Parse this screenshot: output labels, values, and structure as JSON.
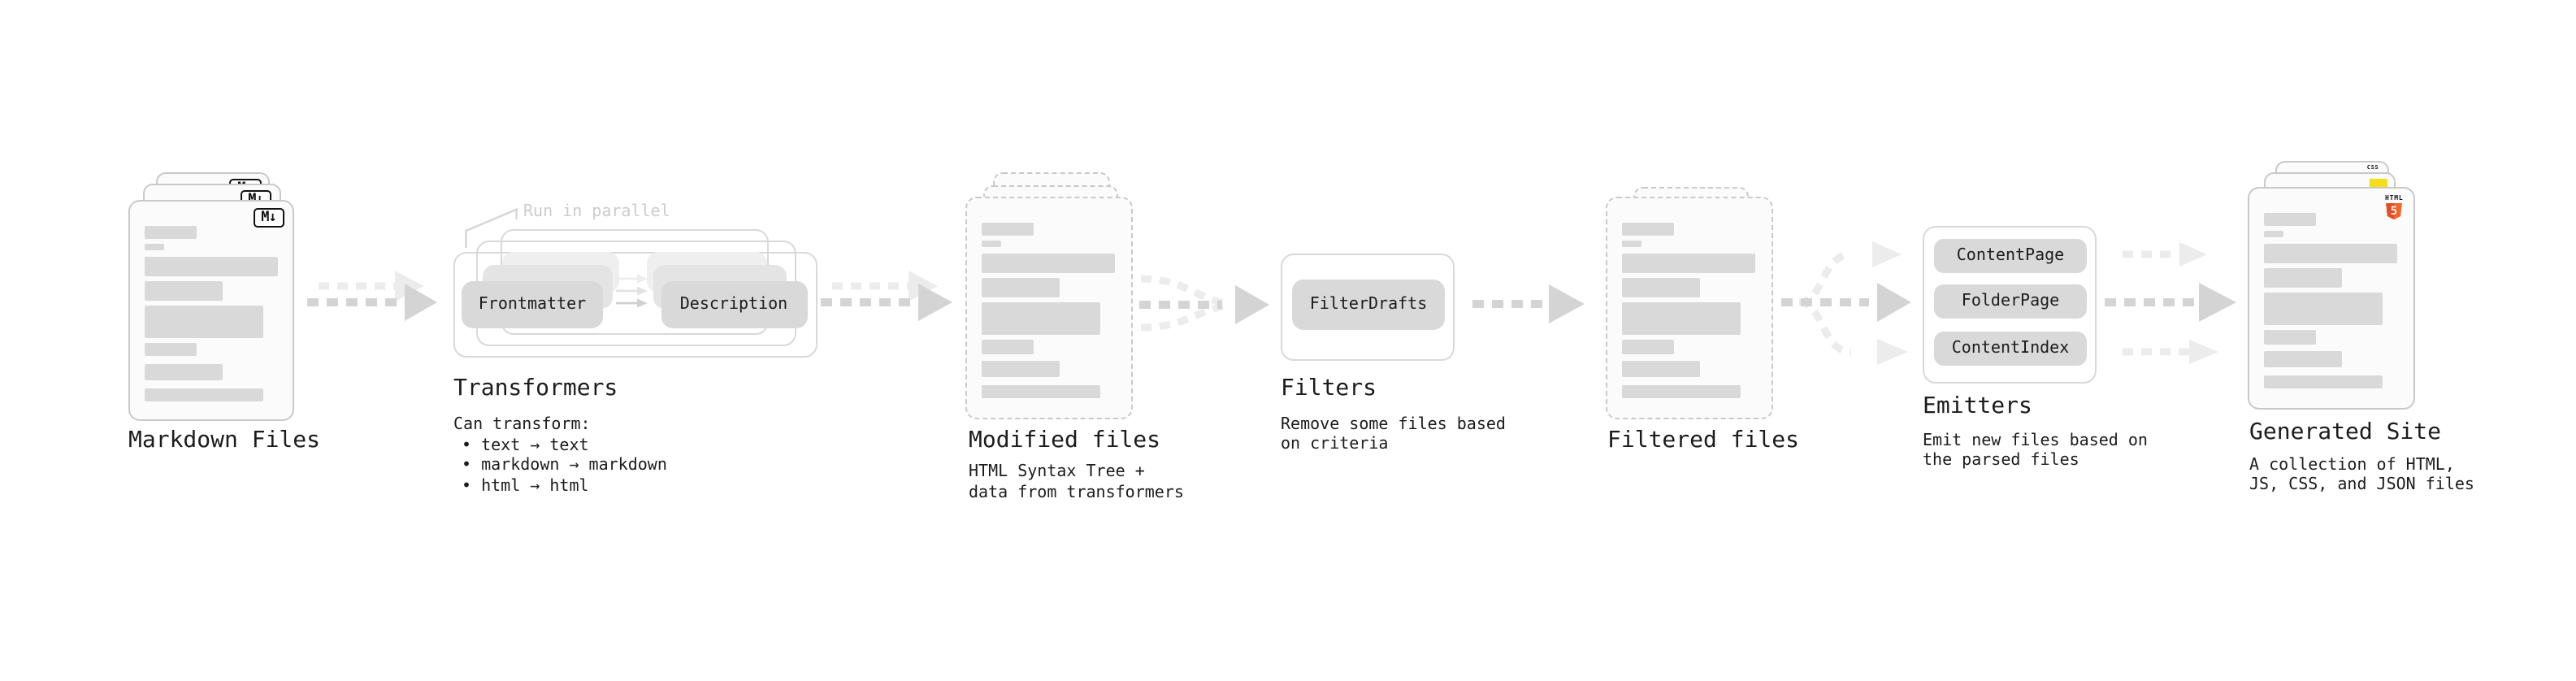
{
  "stages": {
    "markdown_files": {
      "label": "Markdown Files",
      "badge": "M↓"
    },
    "transformers": {
      "label": "Transformers",
      "note": "Run in parallel",
      "pills": {
        "left": "Frontmatter",
        "right": "Description"
      },
      "desc_title": "Can transform:",
      "bullets": [
        "• text → text",
        "• markdown → markdown",
        "• html → html"
      ]
    },
    "modified_files": {
      "label": "Modified files",
      "desc_lines": [
        "HTML Syntax Tree +",
        "data from transformers"
      ]
    },
    "filters": {
      "label": "Filters",
      "pill": "FilterDrafts",
      "desc_lines": [
        "Remove some files based",
        "on criteria"
      ]
    },
    "filtered_files": {
      "label": "Filtered files"
    },
    "emitters": {
      "label": "Emitters",
      "pills": [
        "ContentPage",
        "FolderPage",
        "ContentIndex"
      ],
      "desc_lines": [
        "Emit new files based on",
        "the parsed files"
      ]
    },
    "generated_site": {
      "label": "Generated Site",
      "desc_lines": [
        "A collection of HTML,",
        "JS, CSS, and JSON files"
      ],
      "badges": {
        "html_word": "HTML",
        "html_number": "5",
        "css": "CSS"
      }
    }
  },
  "colors": {
    "background": "#ffffff",
    "page_fill": "#fbfbfb",
    "page_border": "#c9c9c9",
    "placeholder_bar": "#d9d9d9",
    "pill_fill": "#d9d9d9",
    "pill_ghost_1": "#e4e4e4",
    "pill_ghost_2": "#efefef",
    "group_border": "#d9d9d9",
    "arrow_dark": "#d4d4d4",
    "arrow_light": "#ececec",
    "text_primary": "#1c1c1c",
    "text_note": "#cccccc",
    "markdown_badge": "#111111",
    "html5_orange": "#e44d26",
    "html5_orange_light": "#f16529",
    "css_blue": "#2962ef",
    "js_yellow": "#f5de19"
  }
}
